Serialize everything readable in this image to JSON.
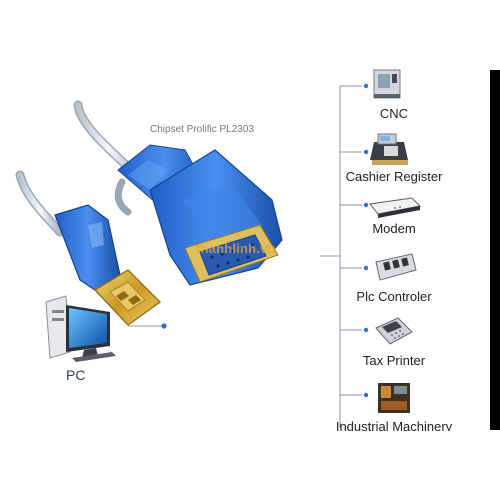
{
  "cable": {
    "chipset_label": "Chipset Prolific PL2303",
    "watermark": "thanhlinh.vn"
  },
  "pc": {
    "label": "PC",
    "icon": "desktop-computer-icon"
  },
  "devices": [
    {
      "label": "CNC",
      "icon": "cnc-machine-icon"
    },
    {
      "label": "Cashier Register",
      "icon": "cash-register-icon"
    },
    {
      "label": "Modem",
      "icon": "modem-icon"
    },
    {
      "label": "Plc Controler",
      "icon": "plc-controller-icon"
    },
    {
      "label": "Tax Printer",
      "icon": "tax-printer-icon"
    },
    {
      "label": "Industrial Machinery",
      "icon": "industrial-machinery-icon"
    }
  ],
  "colors": {
    "connector_blue": "#2f6fd0",
    "usb_gold": "#d8b23a",
    "connector_line": "#8a94a8",
    "watermark": "#e9a93a"
  }
}
